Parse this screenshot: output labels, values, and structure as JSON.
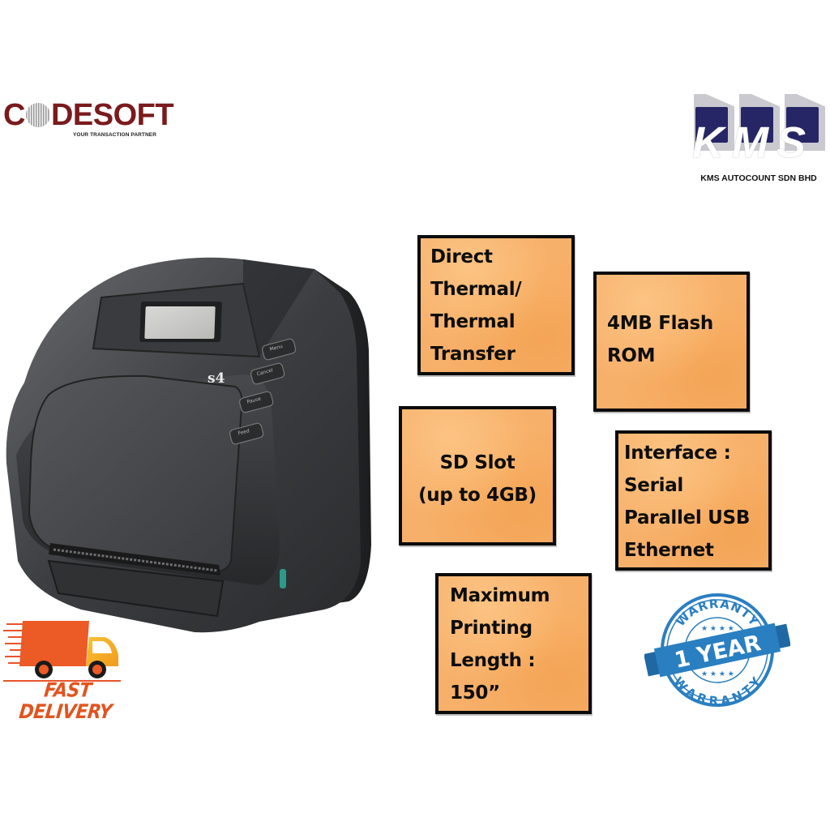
{
  "logos": {
    "codesoft": {
      "name_prefix": "C",
      "name_suffix": "DESOFT",
      "tagline": "YOUR TRANSACTION PARTNER",
      "color": "#7a1a1c"
    },
    "kms": {
      "letters": "KMS",
      "company": "KMS AUTOCOUNT SDN BHD",
      "tile_color": "#262566"
    }
  },
  "product": {
    "model_label": "s4",
    "buttons": [
      "Menu",
      "Cancel",
      "Pause",
      "Feed"
    ]
  },
  "features": [
    {
      "id": "print-method",
      "text": "Direct\nThermal/\nThermal\nTransfer"
    },
    {
      "id": "flash-rom",
      "text": "4MB Flash\nROM"
    },
    {
      "id": "sd-slot",
      "text": "SD Slot\n(up to 4GB)"
    },
    {
      "id": "interface",
      "text": "Interface :\nSerial\nParallel USB\nEthernet"
    },
    {
      "id": "max-length",
      "text": "Maximum\nPrinting\nLength :\n150”"
    }
  ],
  "badges": {
    "delivery": {
      "line1": "FAST",
      "line2": "DELIVERY",
      "color": "#e2541f"
    },
    "warranty": {
      "top_text": "WARRANTY",
      "center_text": "1 YEAR",
      "bottom_text": "WARRANTY",
      "color": "#2a7fc1"
    }
  },
  "colors": {
    "box_fill": "#f7b06a",
    "box_border": "#0b0b0b",
    "printer_body": "#2e2f31"
  }
}
